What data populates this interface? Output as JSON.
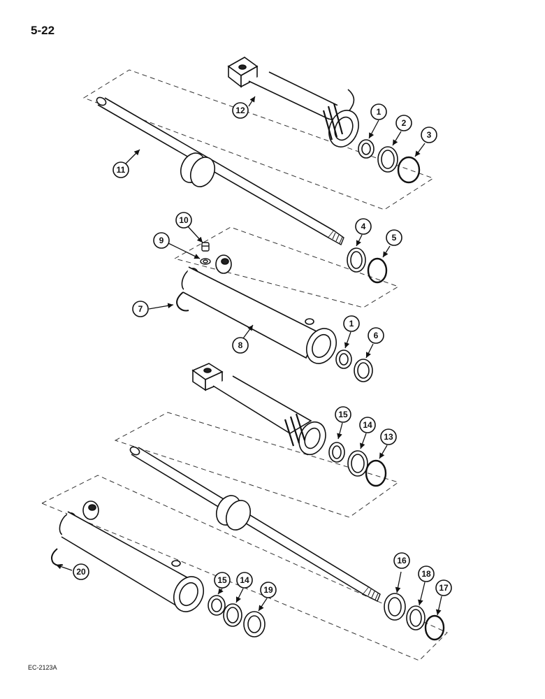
{
  "page_number": "5-22",
  "figure_code": "EC-2123A",
  "callouts": [
    {
      "id": "c1a",
      "label": "1"
    },
    {
      "id": "c2",
      "label": "2"
    },
    {
      "id": "c3",
      "label": "3"
    },
    {
      "id": "c4",
      "label": "4"
    },
    {
      "id": "c5",
      "label": "5"
    },
    {
      "id": "c6",
      "label": "6"
    },
    {
      "id": "c7",
      "label": "7"
    },
    {
      "id": "c8",
      "label": "8"
    },
    {
      "id": "c9",
      "label": "9"
    },
    {
      "id": "c10",
      "label": "10"
    },
    {
      "id": "c11",
      "label": "11"
    },
    {
      "id": "c12",
      "label": "12"
    },
    {
      "id": "c1b",
      "label": "1"
    },
    {
      "id": "c13",
      "label": "13"
    },
    {
      "id": "c14a",
      "label": "14"
    },
    {
      "id": "c15a",
      "label": "15"
    },
    {
      "id": "c16",
      "label": "16"
    },
    {
      "id": "c17",
      "label": "17"
    },
    {
      "id": "c18",
      "label": "18"
    },
    {
      "id": "c19",
      "label": "19"
    },
    {
      "id": "c20",
      "label": "20"
    },
    {
      "id": "c14b",
      "label": "14"
    },
    {
      "id": "c15b",
      "label": "15"
    }
  ]
}
